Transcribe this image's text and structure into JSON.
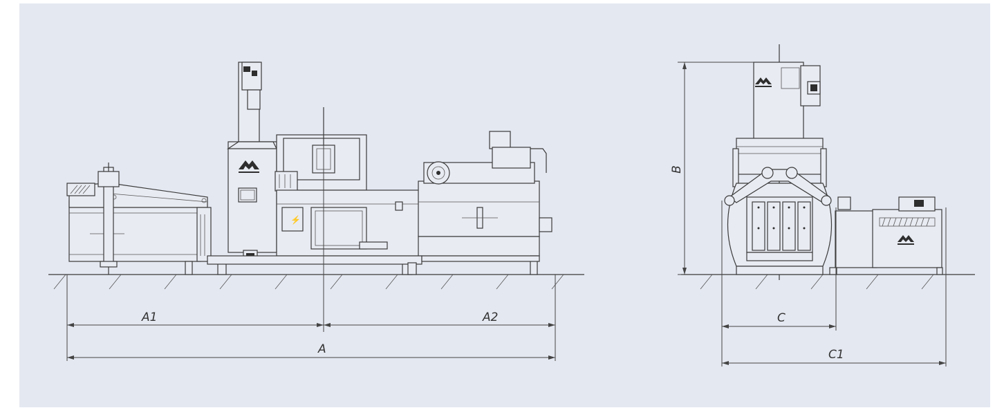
{
  "colors": {
    "background": "#e4e8f1",
    "line": "#3a3a3a"
  },
  "dimensions": {
    "a1": "A1",
    "a2": "A2",
    "a": "A",
    "b": "B",
    "c": "C",
    "c1": "C1"
  }
}
